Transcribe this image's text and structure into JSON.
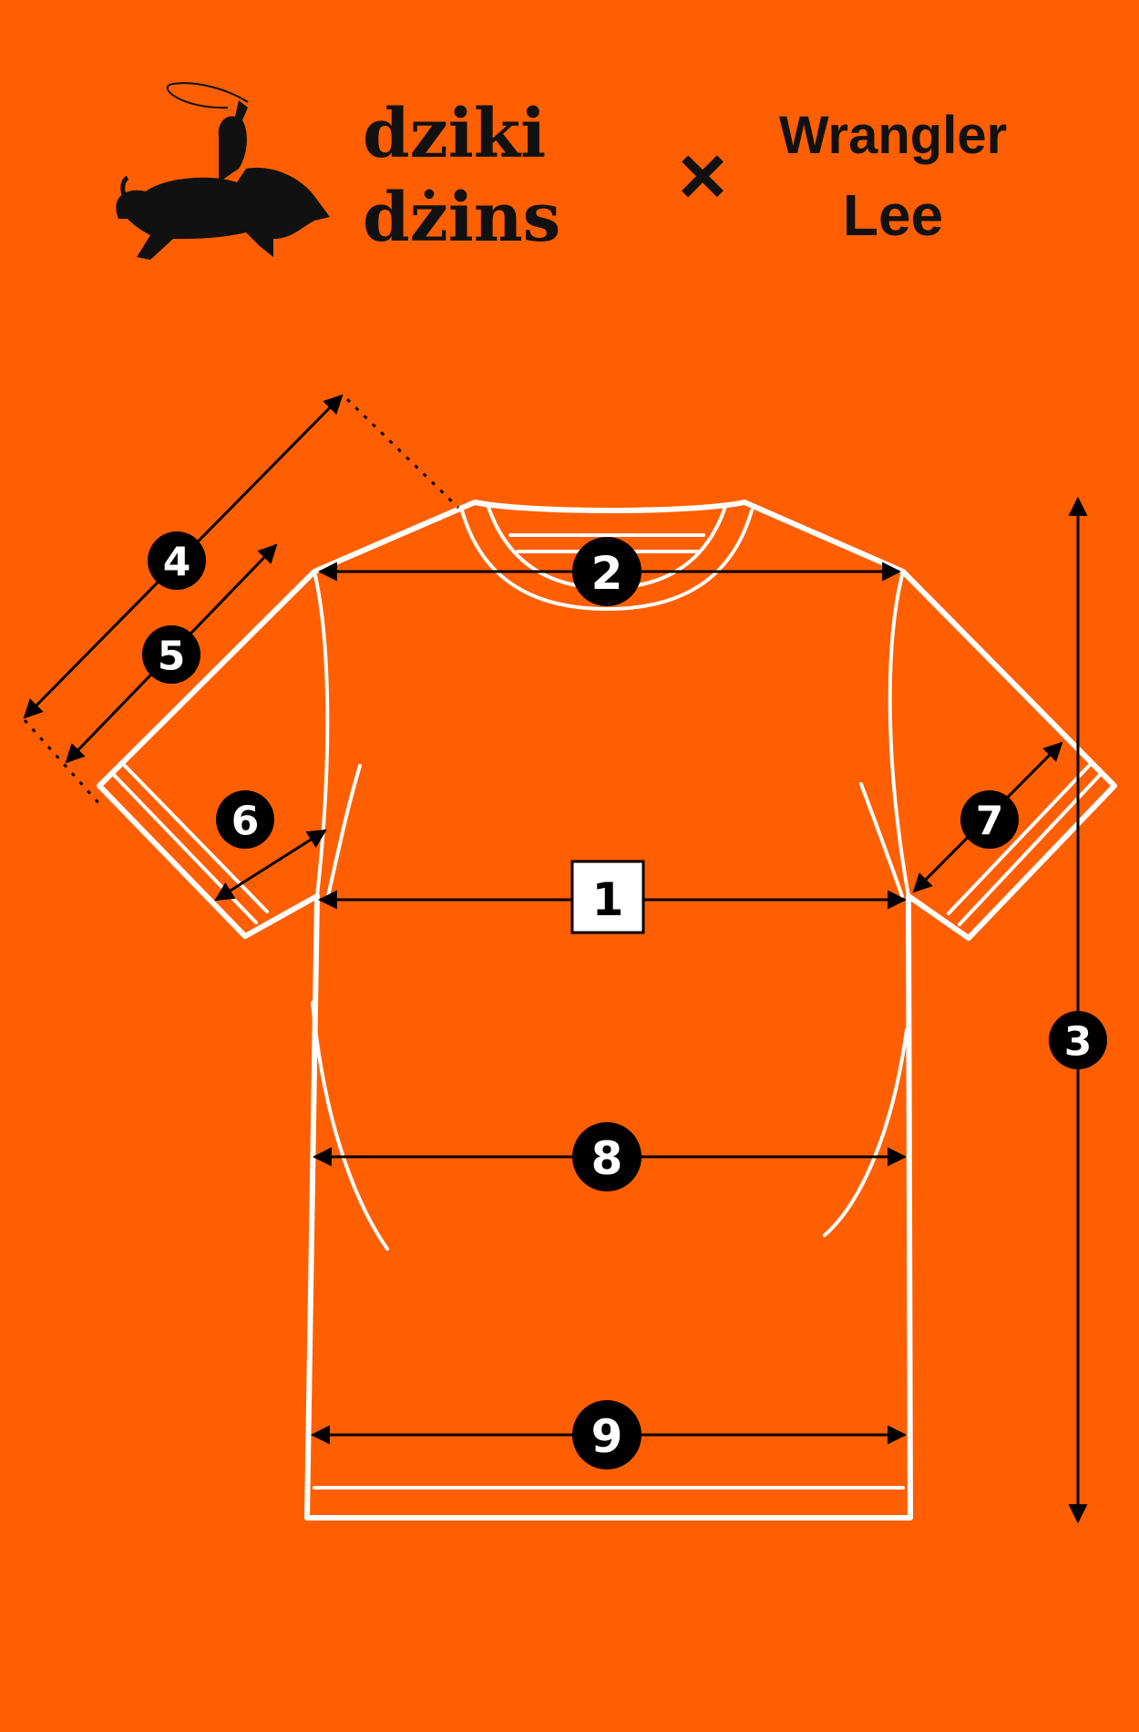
{
  "header": {
    "brand_line1": "dziki",
    "brand_line2": "dżins",
    "cross": "×",
    "partner_line1": "Wrangler",
    "partner_line2": "Lee"
  },
  "diagram": {
    "labels": {
      "chest": "1",
      "shoulders": "2",
      "length": "3",
      "sleeve_from_neck": "4",
      "sleeve_from_shoulder": "5",
      "left_cuff": "6",
      "right_cuff": "7",
      "waist": "8",
      "hem": "9"
    }
  },
  "colors": {
    "background": "#FF5F00",
    "outline": "#FFFFFF",
    "marker": "#000000"
  }
}
